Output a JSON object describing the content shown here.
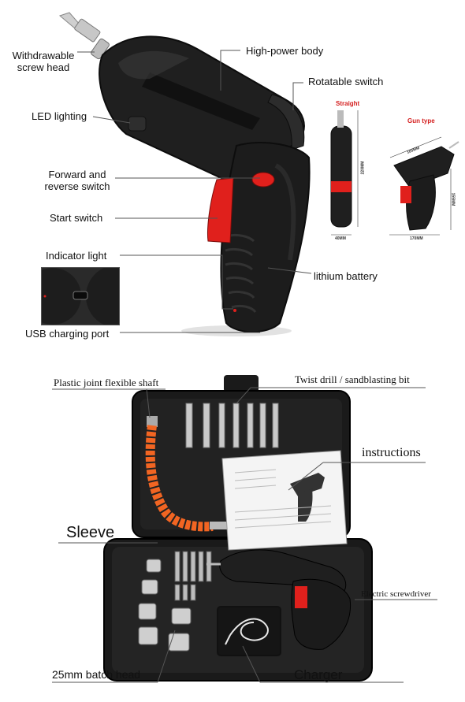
{
  "top_panel": {
    "labels": {
      "withdrawable": "Withdrawable\nscrew head",
      "high_power_body": "High-power body",
      "rotatable_switch": "Rotatable switch",
      "led_lighting": "LED lighting",
      "forward_reverse": "Forward and\nreverse switch",
      "start_switch": "Start switch",
      "indicator_light": "Indicator light",
      "lithium_battery": "lithium battery",
      "usb_port": "USB charging port"
    },
    "dimension_views": {
      "straight_title": "Straight",
      "gun_title": "Gun type",
      "straight_height": "220MM",
      "straight_width": "40MM",
      "gun_height": "155MM",
      "gun_top": "100MM",
      "gun_width": "170MM"
    }
  },
  "bottom_panel": {
    "labels": {
      "flexible_shaft": "Plastic joint flexible shaft",
      "twist_drill": "Twist drill / sandblasting bit",
      "instructions": "instructions",
      "sleeve": "Sleeve",
      "electric_screwdriver": "Electric screwdriver",
      "batch_head": "25mm batch head",
      "charger": "Charger"
    }
  },
  "colors": {
    "tool_body": "#1e1e1e",
    "accent_red": "#e0201c",
    "flex_shaft": "#f26522",
    "case": "#1a1a1a"
  }
}
